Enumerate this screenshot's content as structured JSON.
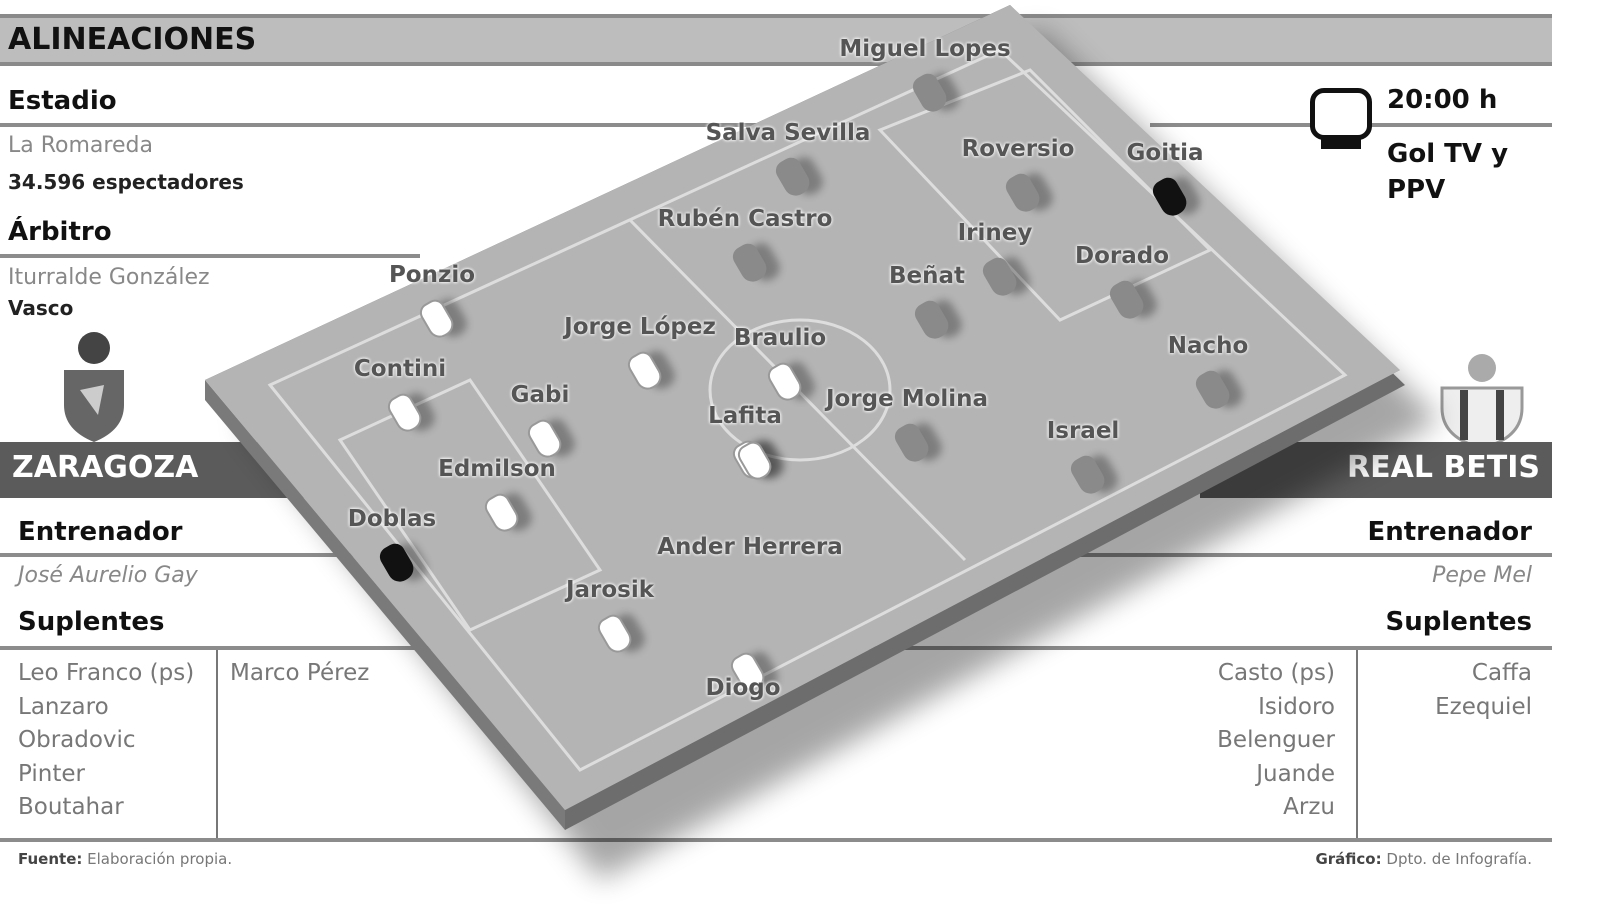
{
  "title": "ALINEACIONES",
  "stadium": {
    "label": "Estadio",
    "name": "La Romareda",
    "attendance": "34.596 espectadores"
  },
  "referee": {
    "label": "Árbitro",
    "name": "Iturralde González",
    "region": "Vasco"
  },
  "broadcast": {
    "time": "20:00 h",
    "channel": "Gol TV y PPV",
    "icon": "tv-icon"
  },
  "home": {
    "name": "ZARAGOZA",
    "coach_label": "Entrenador",
    "coach": "José Aurelio Gay",
    "subs_label": "Suplentes",
    "subs_col1": [
      "Leo Franco (ps)",
      "Lanzaro",
      "Obradovic",
      "Pinter",
      "Boutahar"
    ],
    "subs_col2": [
      "Marco Pérez"
    ],
    "players": [
      "Ponzio",
      "Contini",
      "Jorge López",
      "Gabi",
      "Braulio",
      "Lafita",
      "Edmilson",
      "Doblas",
      "Ander Herrera",
      "Jarosik",
      "Diogo"
    ]
  },
  "away": {
    "name": "REAL BETIS",
    "coach_label": "Entrenador",
    "coach": "Pepe Mel",
    "subs_label": "Suplentes",
    "subs_col1": [
      "Casto (ps)",
      "Isidoro",
      "Belenguer",
      "Juande",
      "Arzu"
    ],
    "subs_col2": [
      "Caffa",
      "Ezequiel"
    ],
    "players": [
      "Miguel Lopes",
      "Salva Sevilla",
      "Roversio",
      "Goitia",
      "Rubén Castro",
      "Iriney",
      "Dorado",
      "Beñat",
      "Nacho",
      "Jorge Molina",
      "Israel"
    ]
  },
  "footer": {
    "source_label": "Fuente:",
    "source": "Elaboración propia.",
    "graphic_label": "Gráfico:",
    "graphic": "Dpto. de Infografía."
  }
}
